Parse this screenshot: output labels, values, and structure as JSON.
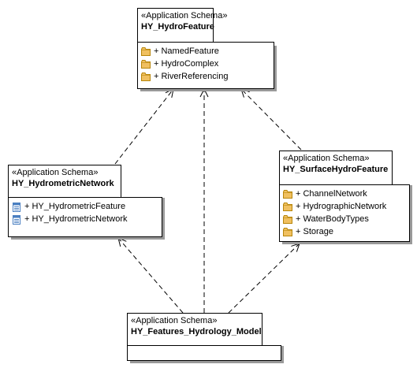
{
  "packages": {
    "hydro_feature": {
      "stereotype": "«Application Schema»",
      "name": "HY_HydroFeature",
      "items": [
        {
          "icon": "folder-icon",
          "label": "+ NamedFeature"
        },
        {
          "icon": "folder-icon",
          "label": "+ HydroComplex"
        },
        {
          "icon": "folder-icon",
          "label": "+ RiverReferencing"
        }
      ]
    },
    "hydrometric_network": {
      "stereotype": "«Application Schema»",
      "name": "HY_HydrometricNetwork",
      "items": [
        {
          "icon": "diagram-icon",
          "label": "+ HY_HydrometricFeature"
        },
        {
          "icon": "diagram-icon",
          "label": "+ HY_HydrometricNetwork"
        }
      ]
    },
    "surface_hydro_feature": {
      "stereotype": "«Application Schema»",
      "name": "HY_SurfaceHydroFeature",
      "items": [
        {
          "icon": "folder-icon",
          "label": "+ ChannelNetwork"
        },
        {
          "icon": "folder-icon",
          "label": "+ HydrographicNetwork"
        },
        {
          "icon": "folder-icon",
          "label": "+ WaterBodyTypes"
        },
        {
          "icon": "folder-icon",
          "label": "+ Storage"
        }
      ]
    },
    "hydrology_model": {
      "stereotype": "«Application Schema»",
      "name": "HY_Features_Hydrology_Model",
      "items": []
    }
  },
  "colors": {
    "folder": "#f0c060",
    "folder_edge": "#b8860b",
    "diagram": "#4a7fc1"
  }
}
